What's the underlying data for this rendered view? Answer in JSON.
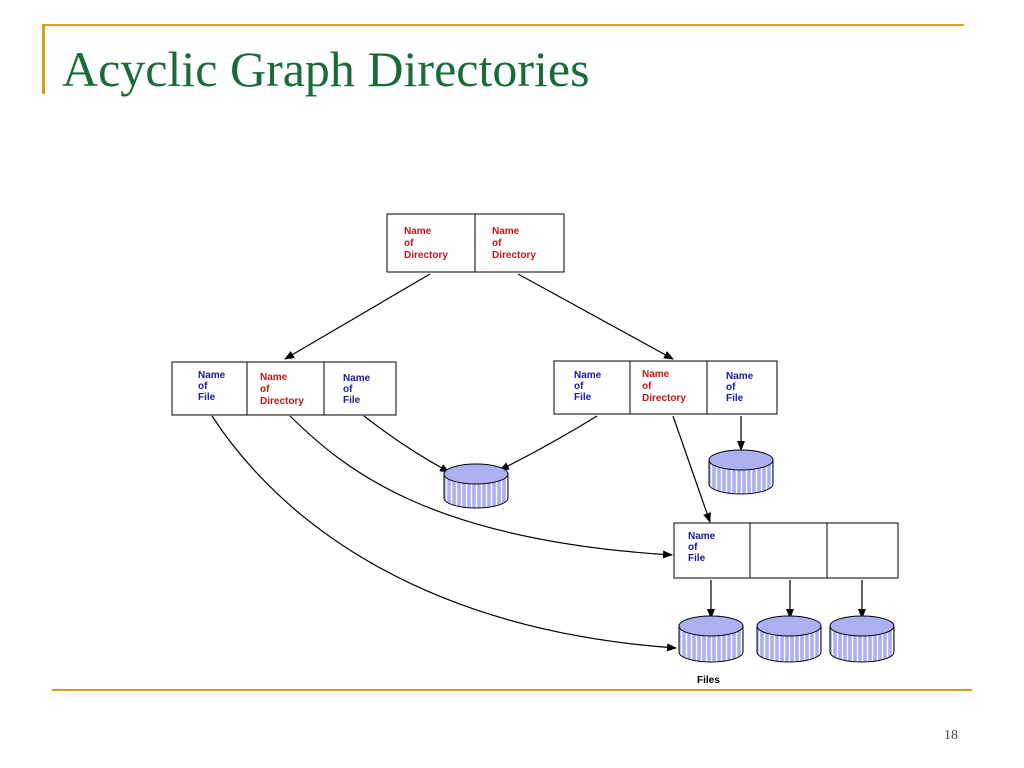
{
  "slide": {
    "title": "Acyclic Graph Directories",
    "page_number": "18"
  },
  "diagram": {
    "entry_text": {
      "name": "Name",
      "of": "of",
      "file": "File",
      "directory": "Directory"
    },
    "files_label": "Files",
    "colors": {
      "title": "#1a6b3a",
      "accent_rule": "#d4a017",
      "file_label": "#1a1a9a",
      "directory_label": "#c01818",
      "disk_fill": "#aab0f0"
    }
  }
}
